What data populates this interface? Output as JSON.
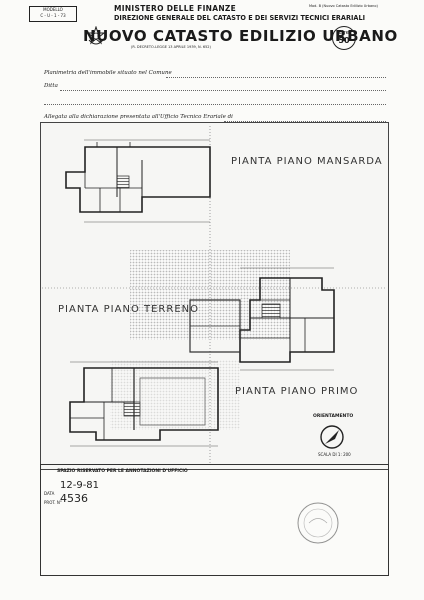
{
  "header": {
    "modello_box": [
      "MODELLO",
      "C - U - 1 - 73"
    ],
    "ministry": "MINISTERO DELLE FINANZE",
    "direction": "DIREZIONE GENERALE DEL CATASTO E DEI SERVIZI TECNICI ERARIALI",
    "title": "NUOVO CATASTO EDILIZIO URBANO",
    "decree": "(R. DECRETO-LEGGE 13 APRILE 1939, N. 652)",
    "model_code": "Mod. B (Nuovo Catasto Edilizio Urbano)",
    "stamp_label": "Lire",
    "stamp_value": "50"
  },
  "form": {
    "planimetria_label": "Planimetria dell'immobile situato nel Comune",
    "ditta_label": "Ditta",
    "allegata_label": "Allegata alla dichiarazione presentata all'Ufficio Tecnico Erariale di"
  },
  "drawing": {
    "labels": [
      "PIANTA PIANO MANSARDA",
      "PIANTA PIANO TERRENO",
      "PIANTA PIANO PRIMO"
    ],
    "orientation_label": "ORIENTAMENTO",
    "scale_label": "SCALA DI 1: 200"
  },
  "office": {
    "reserved_label": "SPAZIO RISERVATO PER LE ANNOTAZIONI D'UFFICIO",
    "data_label": "DATA",
    "prot_label": "PROT. N°",
    "data_value": "12-9-81",
    "prot_value": "4536"
  }
}
